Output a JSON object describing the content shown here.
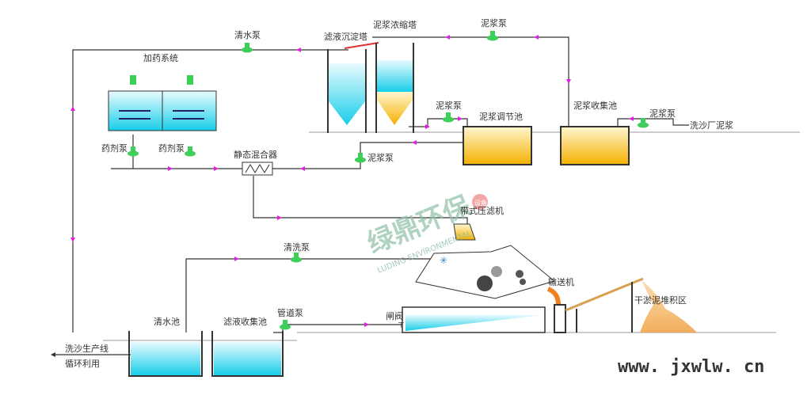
{
  "labels": {
    "clear_water_pump": "清水泵",
    "dosing_system": "加药系统",
    "filtrate_settling_tower": "滤液沉淀塔",
    "slurry_thickening_tower": "泥浆浓缩塔",
    "slurry_pump_top": "泥浆泵",
    "slurry_pump_mid": "泥浆泵",
    "slurry_pump_right": "泥浆泵",
    "slurry_pump_feed": "泥浆泵",
    "slurry_regulating_tank": "泥浆调节池",
    "slurry_collection_tank": "泥浆收集池",
    "sand_plant_slurry": "洗沙厂泥浆",
    "chemical_pump_1": "药剂泵",
    "chemical_pump_2": "药剂泵",
    "static_mixer": "静态混合器",
    "belt_filter_press": "带式压滤机",
    "wash_pump": "清洗泵",
    "conveyor": "输送机",
    "dry_sludge_area": "干淤泥堆积区",
    "clear_water_tank": "清水池",
    "filtrate_collection_tank": "滤液收集池",
    "pipeline_pump": "管道泵",
    "gate_valve": "闸阀",
    "sand_line_1": "洗沙生产线",
    "sand_line_2": "循环利用"
  },
  "watermark": {
    "cn": "绿鼎环保",
    "en": "LUDING ENVIRONMENTAL",
    "badge": "设备"
  },
  "website": "www. jxwlw. cn",
  "colors": {
    "water": "#3dd6f0",
    "slurry": "#f5b800",
    "pump": "#3ccf5a",
    "arrow": "#e020e0"
  }
}
